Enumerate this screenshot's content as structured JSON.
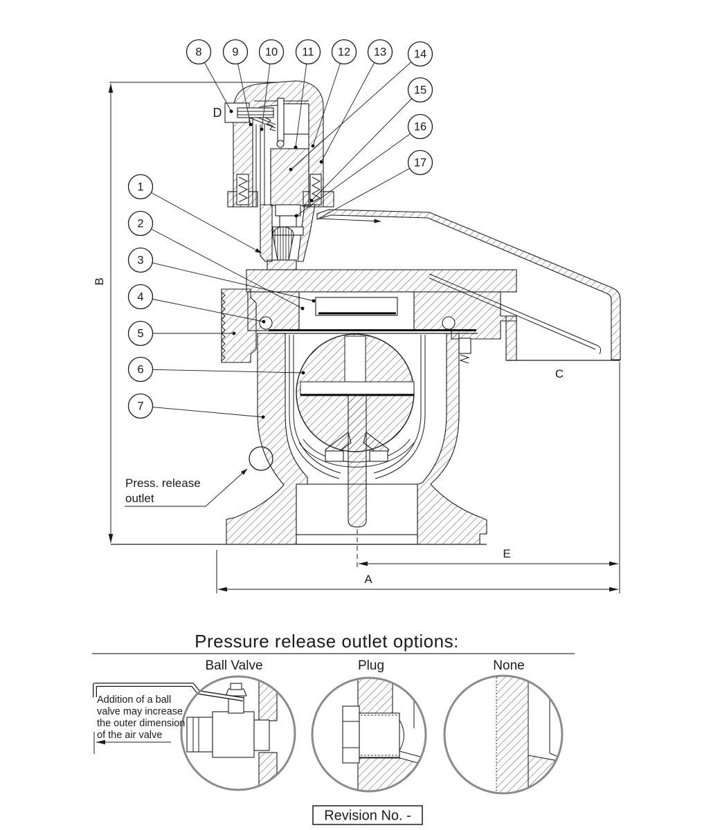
{
  "drawing": {
    "balloons": [
      "1",
      "2",
      "3",
      "4",
      "5",
      "6",
      "7",
      "8",
      "9",
      "10",
      "11",
      "12",
      "13",
      "14",
      "15",
      "16",
      "17"
    ],
    "dim_labels": {
      "A": "A",
      "B": "B",
      "C": "C",
      "D": "D",
      "E": "E"
    },
    "press_release": {
      "line1": "Press. release",
      "line2": "outlet"
    }
  },
  "options_section": {
    "title": "Pressure release outlet options:",
    "options": [
      {
        "label": "Ball Valve"
      },
      {
        "label": "Plug"
      },
      {
        "label": "None"
      }
    ],
    "note_lines": [
      "Addition of a ball",
      "valve may increase",
      "the outer dimension",
      "of the air valve"
    ]
  },
  "revision": {
    "label": "Revision No. -"
  },
  "colors": {
    "line": "#1a1a1a",
    "detail_circle": "#8a8a8a"
  }
}
